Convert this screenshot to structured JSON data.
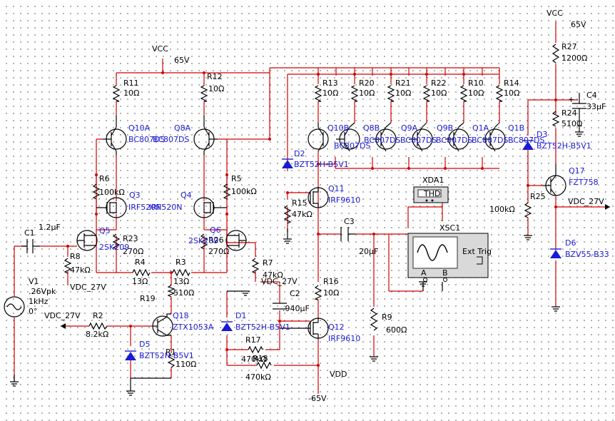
{
  "supply": {
    "vcc_left_label": "VCC",
    "vcc_left_value": "65V",
    "vcc_right_label": "VCC",
    "vcc_right_value": "65V",
    "vdd_label": "VDD",
    "vdd_value": "-65V"
  },
  "source": {
    "name": "V1",
    "amplitude": ".26Vpk",
    "frequency": "1kHz",
    "phase": "0°"
  },
  "nets": {
    "vdc27_a": "VDC_27V",
    "vdc27_b": "VDC_27V",
    "vdc27_c": "VDC_27V",
    "vdc27_d": "VDC_27V"
  },
  "instruments": {
    "distortion": "XDA1",
    "distortion_panel": "THD",
    "scope": "XSC1",
    "scope_a": "A",
    "scope_b": "B",
    "scope_ext": "Ext Trig"
  },
  "resistors": [
    {
      "name": "R11",
      "value": "10Ω"
    },
    {
      "name": "R12",
      "value": "10Ω"
    },
    {
      "name": "R13",
      "value": "10Ω"
    },
    {
      "name": "R20",
      "value": "10Ω"
    },
    {
      "name": "R21",
      "value": "10Ω"
    },
    {
      "name": "R22",
      "value": "10Ω"
    },
    {
      "name": "R10",
      "value": "10Ω"
    },
    {
      "name": "R14",
      "value": "10Ω"
    },
    {
      "name": "R27",
      "value": "1200Ω"
    },
    {
      "name": "R24",
      "value": "510Ω"
    },
    {
      "name": "R6",
      "value": "100kΩ"
    },
    {
      "name": "R5",
      "value": "100kΩ"
    },
    {
      "name": "R15",
      "value": "47kΩ"
    },
    {
      "name": "R25",
      "value": "100kΩ"
    },
    {
      "name": "R23",
      "value": "270Ω"
    },
    {
      "name": "R26",
      "value": "270Ω"
    },
    {
      "name": "R8",
      "value": "47kΩ"
    },
    {
      "name": "R4",
      "value": "13Ω"
    },
    {
      "name": "R3",
      "value": "13Ω"
    },
    {
      "name": "R7",
      "value": "47kΩ"
    },
    {
      "name": "R19",
      "value": "510Ω"
    },
    {
      "name": "R16",
      "value": "10Ω"
    },
    {
      "name": "R9",
      "value": "600Ω"
    },
    {
      "name": "R2",
      "value": "8.2kΩ"
    },
    {
      "name": "R1",
      "value": "110Ω"
    },
    {
      "name": "R17",
      "value": "470kΩ"
    },
    {
      "name": "R18",
      "value": "470kΩ"
    }
  ],
  "capacitors": [
    {
      "name": "C1",
      "value": "1.2µF"
    },
    {
      "name": "C3",
      "value": "20µF"
    },
    {
      "name": "C2",
      "value": ".940µF"
    },
    {
      "name": "C4",
      "value": "33µF"
    }
  ],
  "transistors": [
    {
      "name": "Q10A",
      "part": "BC807DS"
    },
    {
      "name": "Q8A",
      "part": "BC807DS"
    },
    {
      "name": "Q10B",
      "part": "BC807DS"
    },
    {
      "name": "Q8B",
      "part": "BC807DS"
    },
    {
      "name": "Q9A",
      "part": "BC807DS"
    },
    {
      "name": "Q9B",
      "part": "BC807DS"
    },
    {
      "name": "Q1A",
      "part": "BC807DS"
    },
    {
      "name": "Q1B",
      "part": "BC807DS"
    },
    {
      "name": "Q3",
      "part": "IRF520N"
    },
    {
      "name": "Q4",
      "part": "IRF520N"
    },
    {
      "name": "Q5",
      "part": "2SK209"
    },
    {
      "name": "Q6",
      "part": "2SK209"
    },
    {
      "name": "Q11",
      "part": "IRF9610"
    },
    {
      "name": "Q12",
      "part": "IRF9610"
    },
    {
      "name": "Q17",
      "part": "FZT758"
    },
    {
      "name": "Q18",
      "part": "ZTX1053A"
    }
  ],
  "diodes": [
    {
      "name": "D2",
      "part": "BZT52H-B5V1"
    },
    {
      "name": "D3",
      "part": "BZT52H-B5V1"
    },
    {
      "name": "D1",
      "part": "BZT52H-B5V1"
    },
    {
      "name": "D5",
      "part": "BZT52H-B5V1"
    },
    {
      "name": "D6",
      "part": "BZV55-B33"
    }
  ]
}
